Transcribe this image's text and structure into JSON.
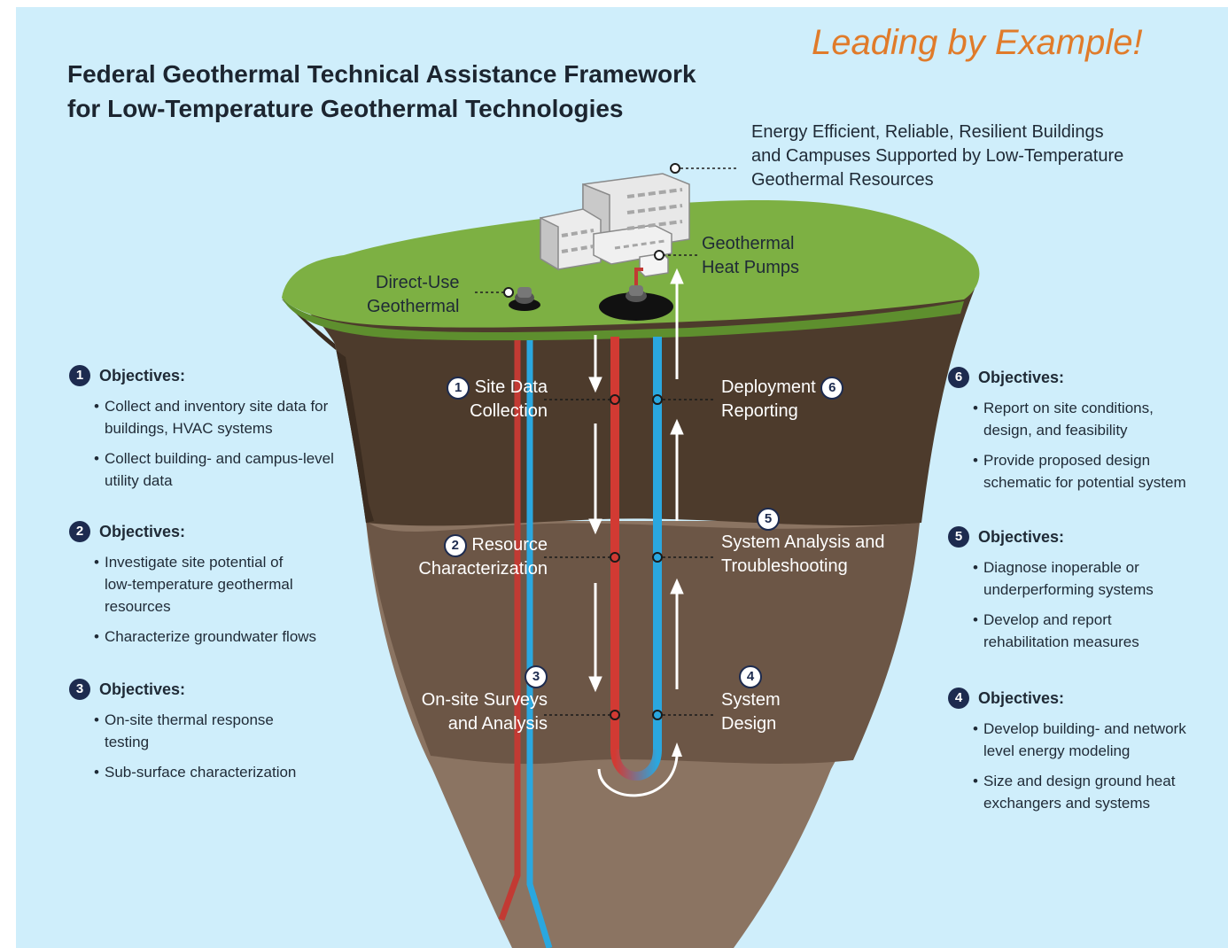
{
  "tagline": "Leading by Example!",
  "title_line1": "Federal Geothermal Technical Assistance Framework",
  "title_line2": "for Low-Temperature Geothermal Technologies",
  "building_caption": [
    "Energy Efficient, Reliable, Resilient Buildings",
    "and Campuses Supported by Low-Temperature",
    "Geothermal Resources"
  ],
  "direct_use": [
    "Direct-Use",
    "Geothermal"
  ],
  "heat_pumps": [
    "Geothermal",
    "Heat Pumps"
  ],
  "stages": [
    {
      "num": "1",
      "lines": [
        "Site Data",
        "Collection"
      ]
    },
    {
      "num": "2",
      "lines": [
        "Resource",
        "Characterization"
      ]
    },
    {
      "num": "3",
      "lines": [
        "On-site Surveys",
        "and Analysis"
      ]
    },
    {
      "num": "4",
      "lines": [
        "System",
        "Design"
      ]
    },
    {
      "num": "5",
      "lines": [
        "System Analysis and",
        "Troubleshooting"
      ]
    },
    {
      "num": "6",
      "lines": [
        "Deployment",
        "Reporting"
      ]
    }
  ],
  "objectives": [
    {
      "num": "1",
      "heading": "Objectives:",
      "bullets": [
        "Collect and inventory site data for buildings, HVAC systems",
        "Collect building- and campus-level utility data"
      ]
    },
    {
      "num": "2",
      "heading": "Objectives:",
      "bullets": [
        "Investigate site potential of low-temperature geothermal resources",
        "Characterize groundwater flows"
      ]
    },
    {
      "num": "3",
      "heading": "Objectives:",
      "bullets": [
        "On-site thermal response testing",
        "Sub-surface characterization"
      ]
    },
    {
      "num": "6",
      "heading": "Objectives:",
      "bullets": [
        "Report on site conditions, design, and feasibility",
        "Provide proposed design schematic for potential system"
      ]
    },
    {
      "num": "5",
      "heading": "Objectives:",
      "bullets": [
        "Diagnose inoperable or underperforming systems",
        "Develop and report rehabilitation measures"
      ]
    },
    {
      "num": "4",
      "heading": "Objectives:",
      "bullets": [
        "Develop building- and network level energy modeling",
        "Size and design ground heat exchangers and systems"
      ]
    }
  ],
  "colors": {
    "sky": "#cfeefb",
    "grass": "#7db043",
    "soil_top": "#4d3b2c",
    "soil_mid": "#6c5646",
    "soil_bottom": "#8b7462",
    "hot_pipe": "#d23a33",
    "cold_pipe": "#2aa7df",
    "tagline": "#e07b2a"
  }
}
